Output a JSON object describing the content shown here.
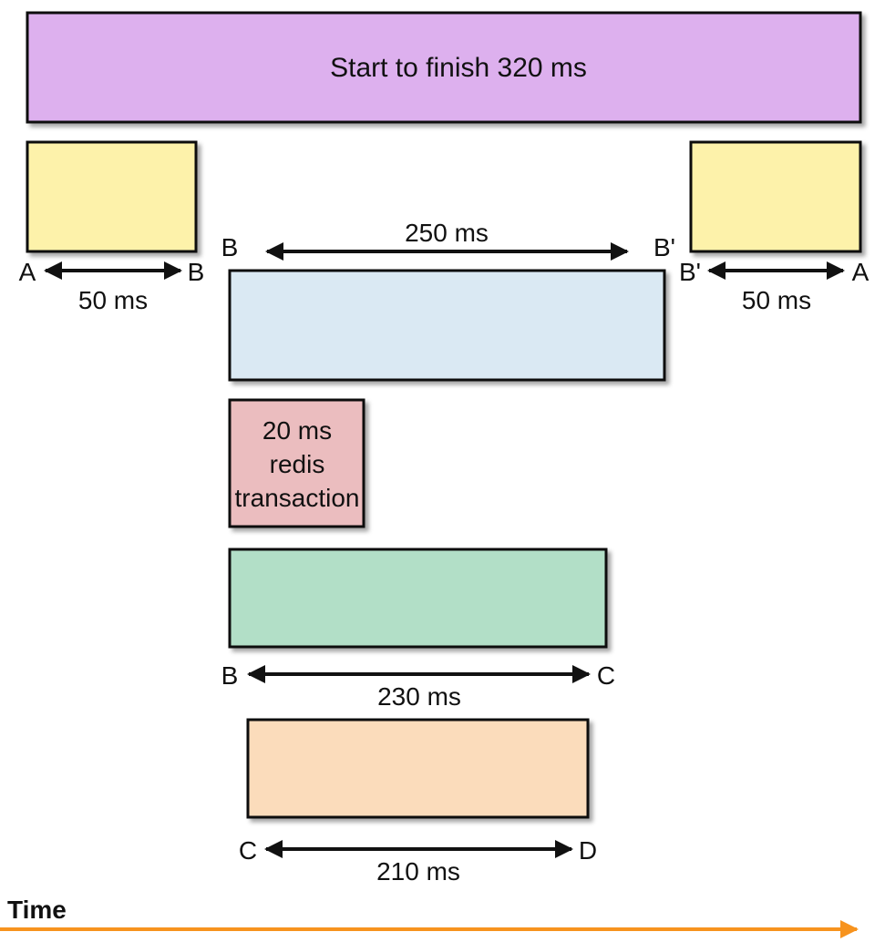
{
  "colors": {
    "total": "#ddb0ee",
    "edge": "#fdf2aa",
    "server": "#dae9f3",
    "redis": "#ebbdbf",
    "green": "#b2dfc7",
    "peach": "#fbdcbb",
    "time_arrow": "#f7931e"
  },
  "total": {
    "label": "Start to finish 320 ms"
  },
  "left_edge": {
    "from": "A",
    "to": "B",
    "duration": "50 ms"
  },
  "right_edge": {
    "from": "B'",
    "to": "A",
    "duration": "50 ms"
  },
  "server": {
    "from": "B",
    "to": "B'",
    "duration": "250 ms"
  },
  "redis": {
    "line1": "20 ms",
    "line2": "redis",
    "line3": "transaction"
  },
  "segment_bc": {
    "from": "B",
    "to": "C",
    "duration": "230 ms"
  },
  "segment_cd": {
    "from": "C",
    "to": "D",
    "duration": "210 ms"
  },
  "axis": {
    "label": "Time"
  }
}
